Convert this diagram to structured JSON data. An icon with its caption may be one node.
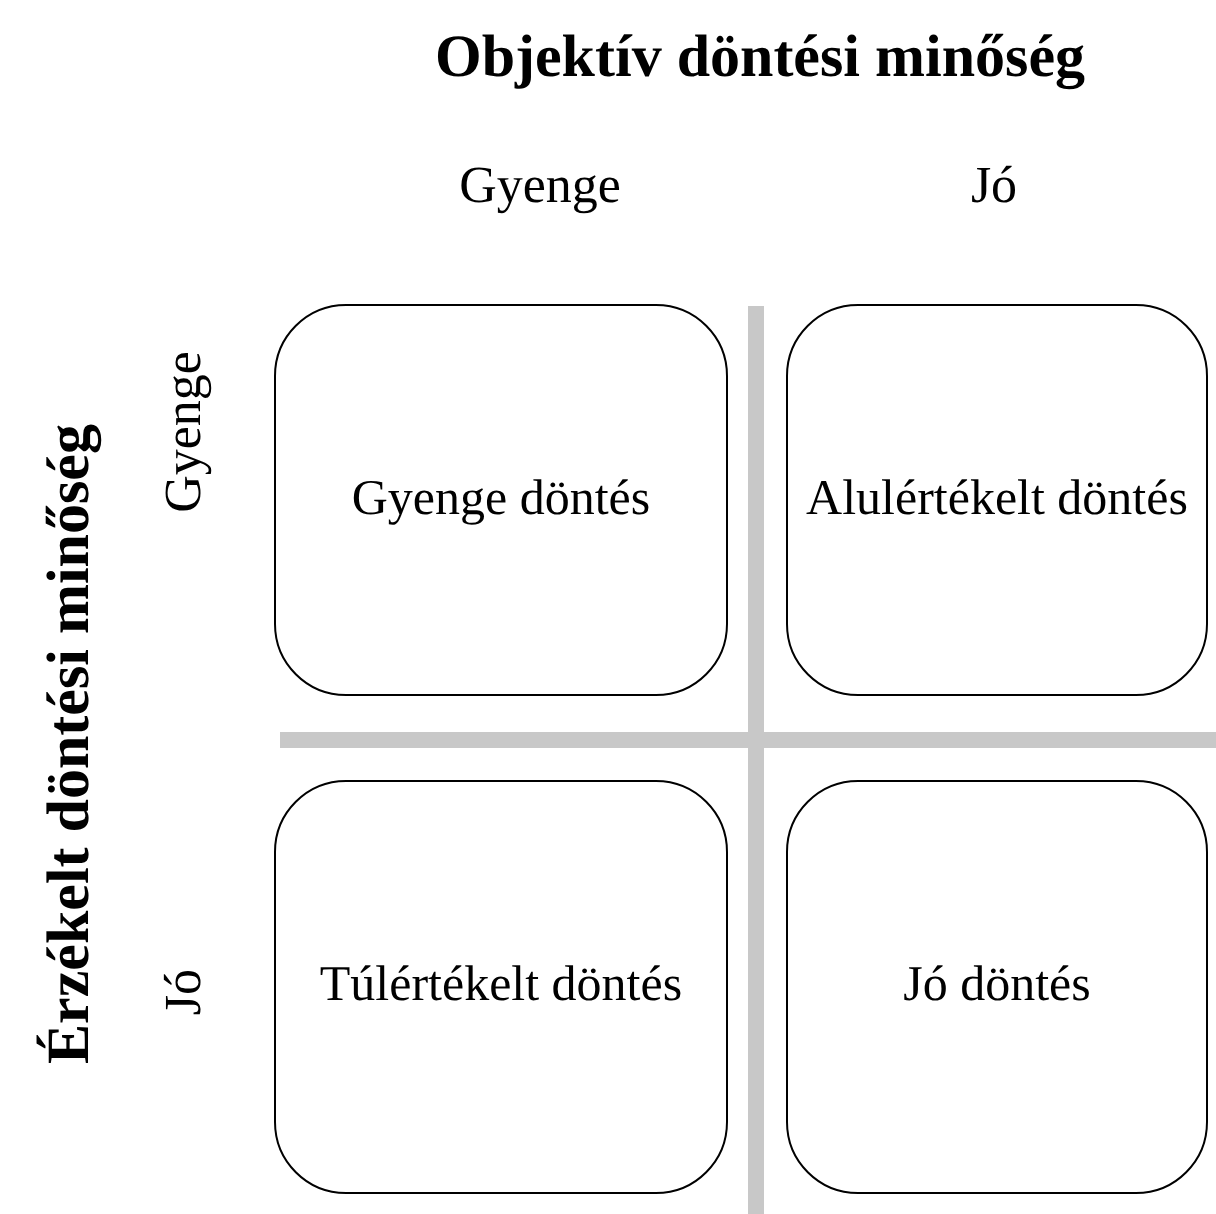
{
  "diagram": {
    "title": "Objektív döntési minőség",
    "nodes": [
      {
        "text": [
          "Gyenge döntés"
        ]
      },
      {
        "text": [
          "Alulértékelt döntés"
        ]
      },
      {
        "text": [
          "Túlértékelt döntés"
        ]
      },
      {
        "text": [
          "Jó döntés"
        ]
      }
    ],
    "labels": [
      "Gyenge",
      "Jó",
      "Érzékelt döntési minőség",
      "Gyenge",
      "Jó"
    ]
  }
}
